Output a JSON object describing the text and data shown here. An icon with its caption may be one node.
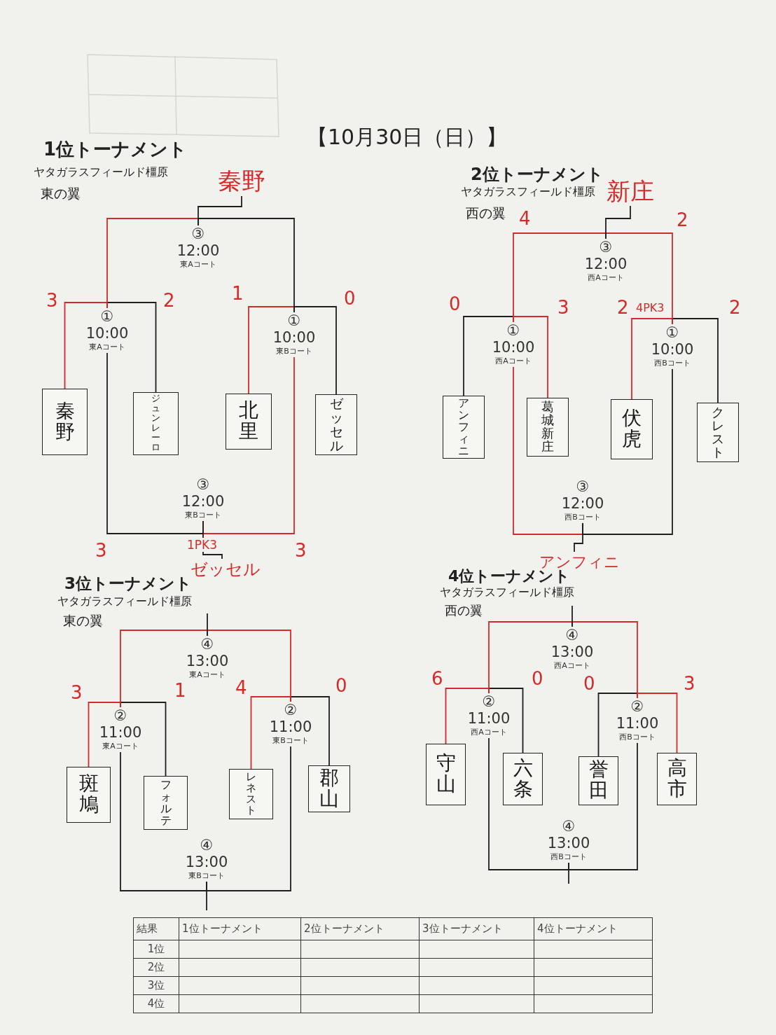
{
  "diagram": {
    "title": "【10月30日（日）】",
    "nodes": [
      {
        "text": [
          "秦野"
        ]
      },
      {
        "text": [
          "③",
          "12:00",
          "東Aコート"
        ]
      },
      {
        "text": [
          "①",
          "10:00",
          "東Aコート"
        ]
      },
      {
        "text": [
          "①",
          "10:00",
          "東Bコート"
        ]
      },
      {
        "text": [
          "秦野"
        ]
      },
      {
        "text": [
          "ジュンレーロ"
        ]
      },
      {
        "text": [
          "北里"
        ]
      },
      {
        "text": [
          "ゼッセル"
        ]
      },
      {
        "text": [
          "③",
          "12:00",
          "東Bコート"
        ]
      },
      {
        "text": [
          "ゼッセル"
        ]
      },
      {
        "text": [
          "新庄"
        ]
      },
      {
        "text": [
          "③",
          "12:00",
          "西Aコート"
        ]
      },
      {
        "text": [
          "①",
          "10:00",
          "西Aコート"
        ]
      },
      {
        "text": [
          "①",
          "10:00",
          "西Bコート"
        ]
      },
      {
        "text": [
          "アンフィニ"
        ]
      },
      {
        "text": [
          "葛城新庄"
        ]
      },
      {
        "text": [
          "伏虎"
        ]
      },
      {
        "text": [
          "クレスト"
        ]
      },
      {
        "text": [
          "③",
          "12:00",
          "西Bコート"
        ]
      },
      {
        "text": [
          "アンフィニ"
        ]
      },
      {
        "text": [
          "④",
          "13:00",
          "東Aコート"
        ]
      },
      {
        "text": [
          "②",
          "11:00",
          "東Aコート"
        ]
      },
      {
        "text": [
          "②",
          "11:00",
          "東Bコート"
        ]
      },
      {
        "text": [
          "斑鳩"
        ]
      },
      {
        "text": [
          "フォルテ"
        ]
      },
      {
        "text": [
          "レネスト"
        ]
      },
      {
        "text": [
          "郡山"
        ]
      },
      {
        "text": [
          "④",
          "13:00",
          "東Bコート"
        ]
      },
      {
        "text": [
          "④",
          "13:00",
          "西Aコート"
        ]
      },
      {
        "text": [
          "②",
          "11:00",
          "西Aコート"
        ]
      },
      {
        "text": [
          "②",
          "11:00",
          "西Bコート"
        ]
      },
      {
        "text": [
          "守山"
        ]
      },
      {
        "text": [
          "六条"
        ]
      },
      {
        "text": [
          "誉田"
        ]
      },
      {
        "text": [
          "高市"
        ]
      },
      {
        "text": [
          "④",
          "13:00",
          "西Bコート"
        ]
      }
    ],
    "edges": [
      {
        "from": 4,
        "to": 2,
        "arrow": "none",
        "label": "3",
        "color": "#d42a2a"
      },
      {
        "from": 5,
        "to": 2,
        "arrow": "none",
        "label": "2"
      },
      {
        "from": 6,
        "to": 3,
        "arrow": "none",
        "label": "1",
        "color": "#d42a2a"
      },
      {
        "from": 7,
        "to": 3,
        "arrow": "none",
        "label": "0"
      },
      {
        "from": 2,
        "to": 1,
        "arrow": "none",
        "color": "#d42a2a"
      },
      {
        "from": 3,
        "to": 1,
        "arrow": "none"
      },
      {
        "from": 1,
        "to": 0,
        "arrow": "none"
      },
      {
        "from": 2,
        "to": 8,
        "arrow": "none",
        "label": "3"
      },
      {
        "from": 3,
        "to": 8,
        "arrow": "none",
        "label": "3",
        "color": "#d42a2a"
      },
      {
        "from": 8,
        "to": 9,
        "arrow": "none",
        "label": "1PK3"
      },
      {
        "from": 14,
        "to": 12,
        "arrow": "none",
        "label": "0"
      },
      {
        "from": 15,
        "to": 12,
        "arrow": "none",
        "label": "3",
        "color": "#d42a2a"
      },
      {
        "from": 16,
        "to": 13,
        "arrow": "none",
        "label": "2",
        "color": "#d42a2a"
      },
      {
        "from": 17,
        "to": 13,
        "arrow": "none",
        "label": "2"
      },
      {
        "from": 12,
        "to": 11,
        "arrow": "none",
        "label": "4",
        "color": "#d42a2a"
      },
      {
        "from": 13,
        "to": 11,
        "arrow": "none",
        "label": "2",
        "color": "#d42a2a"
      },
      {
        "from": 11,
        "to": 10,
        "arrow": "none"
      },
      {
        "from": 12,
        "to": 18,
        "arrow": "none",
        "color": "#d42a2a"
      },
      {
        "from": 13,
        "to": 18,
        "arrow": "none"
      },
      {
        "from": 18,
        "to": 19,
        "arrow": "none"
      },
      {
        "from": 23,
        "to": 21,
        "arrow": "none",
        "label": "3",
        "color": "#d42a2a"
      },
      {
        "from": 24,
        "to": 21,
        "arrow": "none",
        "label": "1"
      },
      {
        "from": 25,
        "to": 22,
        "arrow": "none",
        "label": "4",
        "color": "#d42a2a"
      },
      {
        "from": 26,
        "to": 22,
        "arrow": "none",
        "label": "0"
      },
      {
        "from": 21,
        "to": 20,
        "arrow": "none",
        "color": "#d42a2a"
      },
      {
        "from": 22,
        "to": 20,
        "arrow": "none",
        "color": "#d42a2a"
      },
      {
        "from": 20,
        "to": null,
        "arrow": "none"
      },
      {
        "from": 21,
        "to": 27,
        "arrow": "none"
      },
      {
        "from": 22,
        "to": 27,
        "arrow": "none"
      },
      {
        "from": 27,
        "to": null,
        "arrow": "none"
      },
      {
        "from": 31,
        "to": 29,
        "arrow": "none",
        "label": "6",
        "color": "#d42a2a"
      },
      {
        "from": 32,
        "to": 29,
        "arrow": "none",
        "label": "0"
      },
      {
        "from": 33,
        "to": 30,
        "arrow": "none",
        "label": "0"
      },
      {
        "from": 34,
        "to": 30,
        "arrow": "none",
        "label": "3",
        "color": "#d42a2a"
      },
      {
        "from": 29,
        "to": 28,
        "arrow": "none",
        "color": "#d42a2a"
      },
      {
        "from": 30,
        "to": 28,
        "arrow": "none",
        "color": "#d42a2a"
      },
      {
        "from": 28,
        "to": null,
        "arrow": "none"
      },
      {
        "from": 29,
        "to": 35,
        "arrow": "none"
      },
      {
        "from": 30,
        "to": 35,
        "arrow": "none"
      },
      {
        "from": 35,
        "to": null,
        "arrow": "none"
      }
    ],
    "labels": [
      "1位トーナメント",
      "ヤタガラスフィールド橿原",
      "東の翼",
      "2位トーナメント",
      "ヤタガラスフィールド橿原",
      "西の翼",
      "4PK3",
      "3位トーナメント",
      "ヤタガラスフィールド橿原",
      "東の翼",
      "4位トーナメント",
      "ヤタガラスフィールド橿原",
      "西の翼",
      "結果",
      "1位トーナメント",
      "2位トーナメント",
      "3位トーナメント",
      "4位トーナメント",
      "1位",
      "2位",
      "3位",
      "4位"
    ]
  }
}
